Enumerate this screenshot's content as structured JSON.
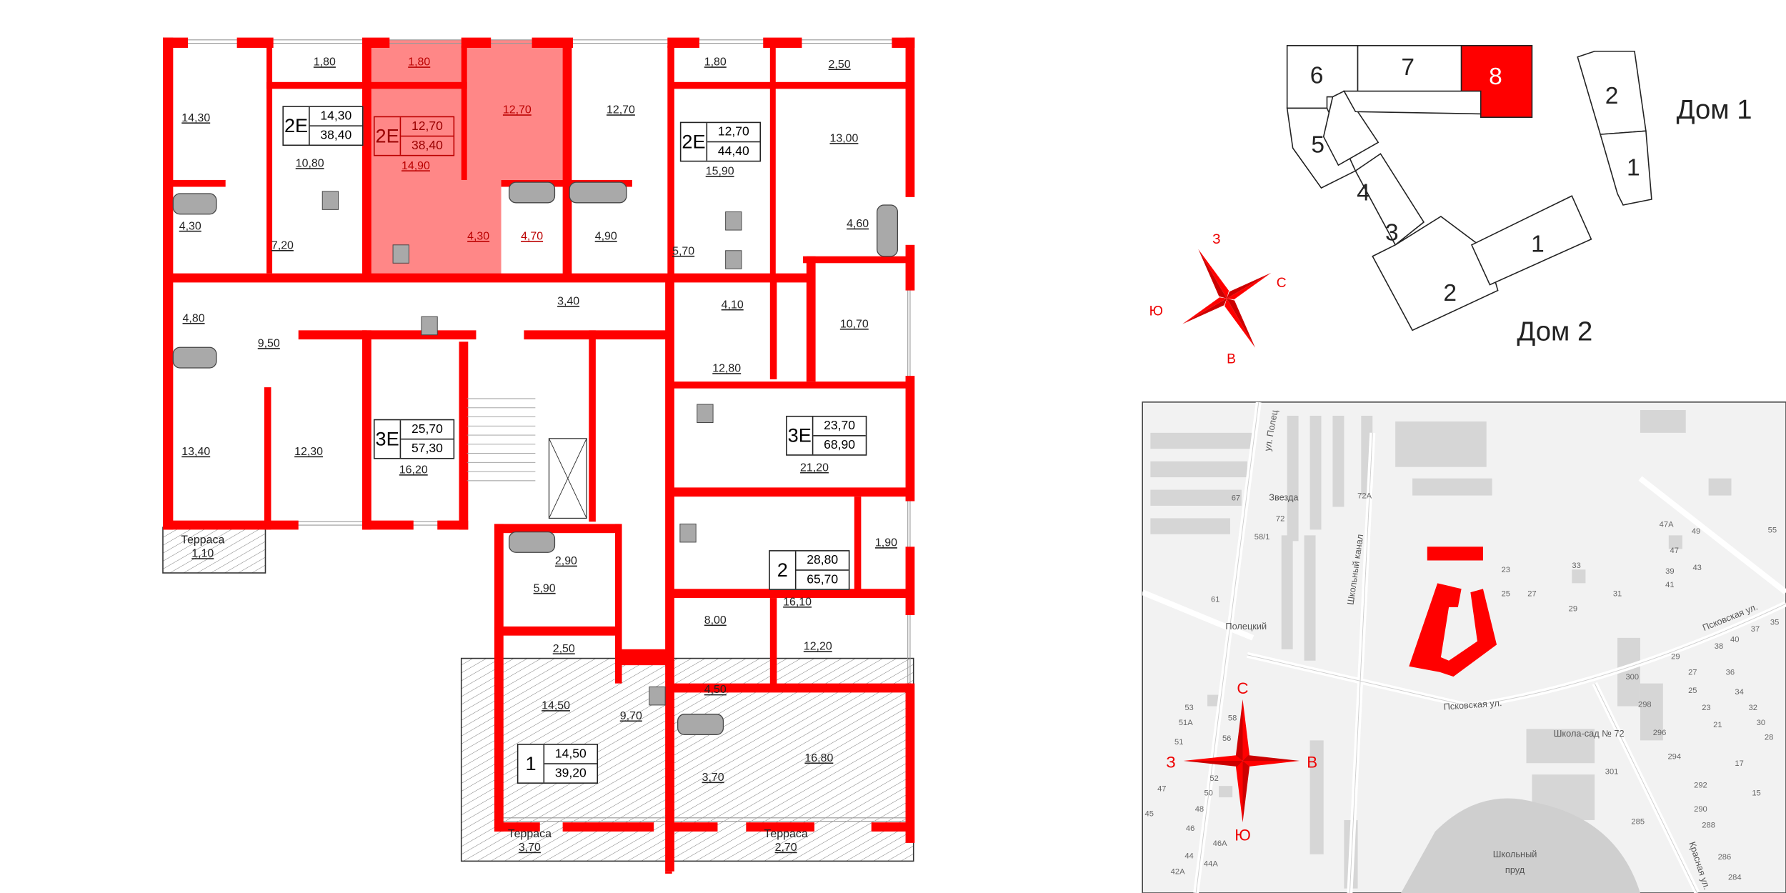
{
  "colors": {
    "accent": "#ff0000",
    "highlight": "#ff7a7a",
    "fixture": "#a9a9a9",
    "map_bg": "#f2f2f2",
    "map_building": "#d6d6d6"
  },
  "floor_plan": {
    "rooms": [
      "1,80",
      "1,80",
      "12,70",
      "12,70",
      "1,80",
      "2,50",
      "14,30",
      "10,80",
      "14,90",
      "15,90",
      "13,00",
      "4,30",
      "7,20",
      "4,30",
      "4,70",
      "4,90",
      "5,70",
      "4,60",
      "4,80",
      "3,40",
      "4,10",
      "10,70",
      "9,50",
      "12,80",
      "13,40",
      "12,30",
      "16,20",
      "21,20",
      "1,90",
      "16,10",
      "2,90",
      "5,90",
      "8,00",
      "12,20",
      "2,50",
      "14,50",
      "4,50",
      "9,70",
      "16,80",
      "3,70"
    ],
    "terraces": [
      {
        "label": "Терраса",
        "area": "1,10"
      },
      {
        "label": "Терраса",
        "area": "3,70"
      },
      {
        "label": "Терраса",
        "area": "2,70"
      }
    ],
    "apartments": [
      {
        "type": "2Е",
        "living": "14,30",
        "total": "38,40",
        "selected": false
      },
      {
        "type": "2Е",
        "living": "12,70",
        "total": "38,40",
        "selected": true
      },
      {
        "type": "2Е",
        "living": "12,70",
        "total": "44,40",
        "selected": false
      },
      {
        "type": "3Е",
        "living": "25,70",
        "total": "57,30",
        "selected": false
      },
      {
        "type": "3Е",
        "living": "23,70",
        "total": "68,90",
        "selected": false
      },
      {
        "type": "2",
        "living": "28,80",
        "total": "65,70",
        "selected": false
      },
      {
        "type": "1",
        "living": "14,50",
        "total": "39,20",
        "selected": false
      }
    ]
  },
  "key_plan": {
    "sections_dom2": [
      "6",
      "7",
      "8",
      "5",
      "4",
      "3",
      "2",
      "1"
    ],
    "selected_section": "8",
    "sections_dom1": [
      "2",
      "1"
    ],
    "dom1_label": "Дом 1",
    "dom2_label": "Дом 2",
    "compass": {
      "n": "С",
      "s": "Ю",
      "w": "З",
      "e": "В"
    }
  },
  "map": {
    "compass": {
      "n": "С",
      "s": "Ю",
      "w": "З",
      "e": "В"
    },
    "streets": [
      "ул. Полец",
      "Школьный канал",
      "Псковская ул.",
      "Псковская ул.",
      "Красная ул."
    ],
    "pois": [
      "Звезда",
      "Полецкий",
      "Школа-сад № 72",
      "Школьный",
      "пруд"
    ],
    "house_numbers": [
      "67",
      "72А",
      "72",
      "58/1",
      "61",
      "23",
      "25",
      "27",
      "29",
      "31",
      "33",
      "47А",
      "49",
      "55",
      "47",
      "39",
      "43",
      "41",
      "37",
      "35",
      "38",
      "40",
      "36",
      "34",
      "32",
      "30",
      "28",
      "29",
      "27",
      "25",
      "23",
      "21",
      "300",
      "298",
      "296",
      "294",
      "301",
      "292",
      "290",
      "288",
      "285",
      "286",
      "284",
      "17",
      "15",
      "53",
      "51А",
      "51",
      "58",
      "56",
      "52",
      "50",
      "48",
      "47",
      "46",
      "46А",
      "45",
      "44",
      "44А",
      "42А"
    ]
  }
}
